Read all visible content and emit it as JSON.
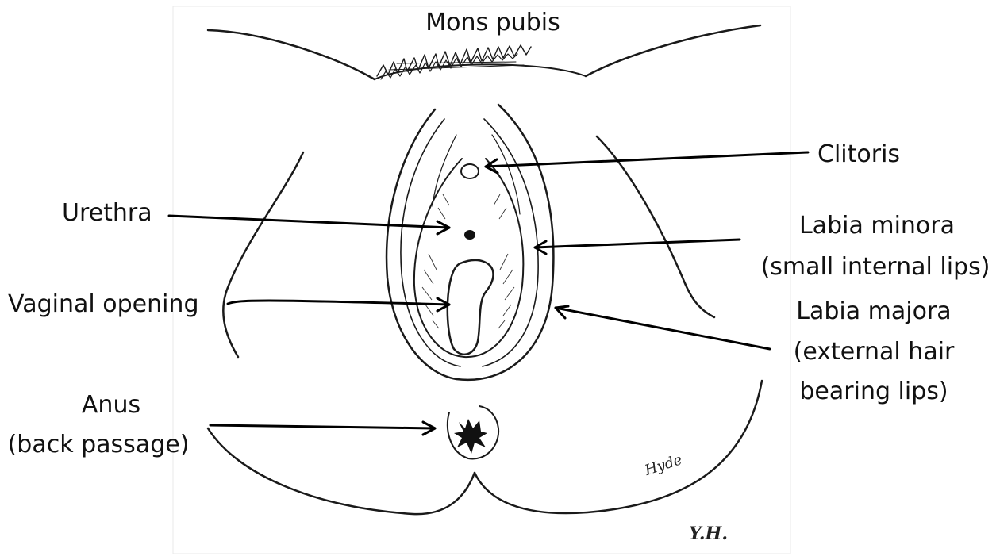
{
  "diagram": {
    "labels": {
      "mons_pubis": "Mons pubis",
      "clitoris": "Clitoris",
      "urethra": "Urethra",
      "labia_minora_1": "Labia minora",
      "labia_minora_2": "(small internal lips)",
      "vaginal_opening": "Vaginal opening",
      "labia_majora_1": "Labia majora",
      "labia_majora_2": "(external hair",
      "labia_majora_3": "bearing lips)",
      "anus_1": "Anus",
      "anus_2": "(back passage)"
    },
    "initials": "Y.H.",
    "signature": "Hyde"
  }
}
